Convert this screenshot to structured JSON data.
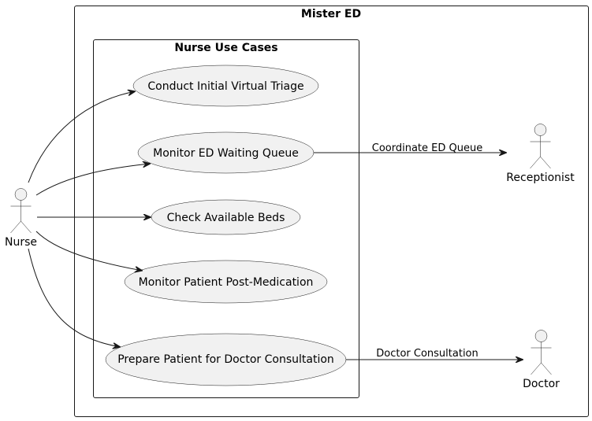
{
  "system": {
    "title": "Mister ED"
  },
  "package": {
    "title": "Nurse Use Cases"
  },
  "actors": {
    "nurse": "Nurse",
    "receptionist": "Receptionist",
    "doctor": "Doctor"
  },
  "use_cases": {
    "triage": "Conduct Initial Virtual Triage",
    "queue": "Monitor ED Waiting Queue",
    "beds": "Check Available Beds",
    "post_med": "Monitor Patient Post-Medication",
    "prepare": "Prepare Patient for Doctor Consultation"
  },
  "relations": {
    "coordinate": "Coordinate ED Queue",
    "consultation": "Doctor Consultation"
  },
  "colors": {
    "fill": "#f1f1f1",
    "stroke": "#181818",
    "background": "#ffffff"
  }
}
